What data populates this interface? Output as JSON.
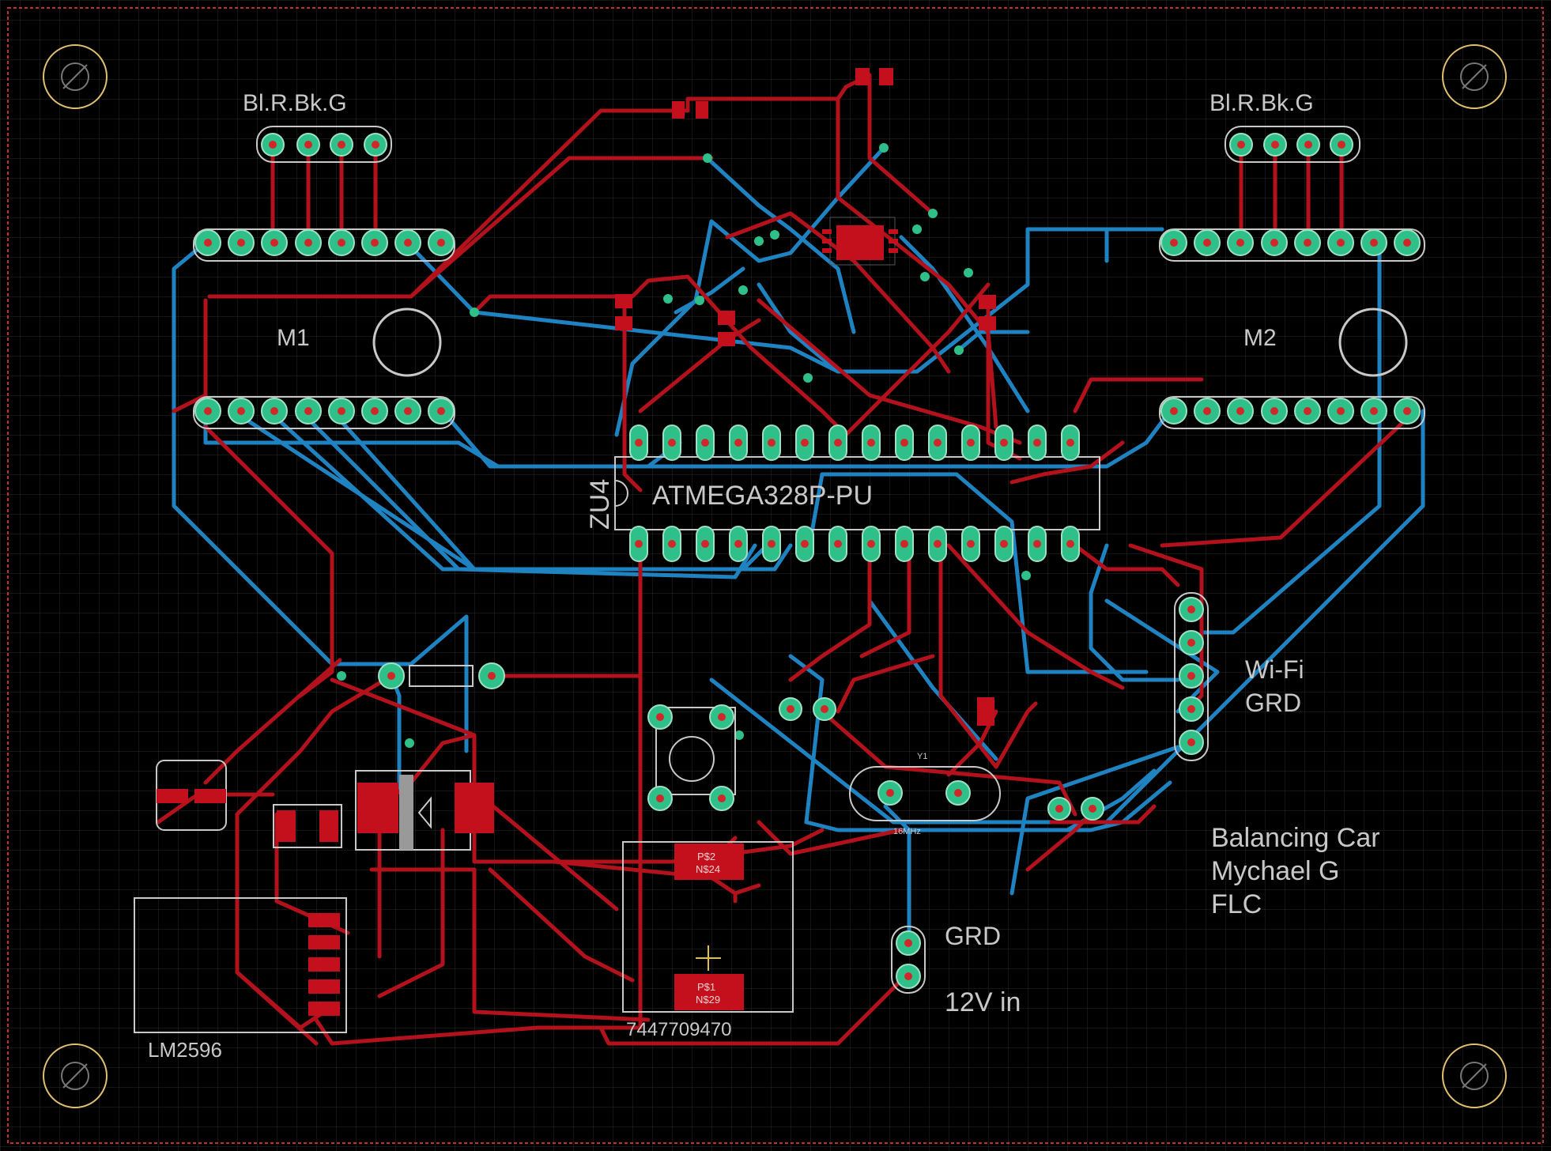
{
  "colors": {
    "background": "#000000",
    "grid": "#2a2a2a",
    "top_copper": "#b3121c",
    "bottom_copper": "#1f83c2",
    "pad": "#2fc08a",
    "silkscreen": "#c8c8c8",
    "outline": "#c03030"
  },
  "labels": {
    "connector_left": "Bl.R.Bk.G",
    "connector_right": "Bl.R.Bk.G",
    "motor_left": "M1",
    "motor_right": "M2",
    "mcu": "ATMEGA328P-PU",
    "mcu_ref": "ZU4",
    "wifi": "Wi-Fi",
    "wifi_grd": "GRD",
    "power_grd": "GRD",
    "power_in": "12V in",
    "regulator": "LM2596",
    "inductor": "7447709470",
    "inductor_pad1": "P$2",
    "inductor_pad1_net": "N$24",
    "inductor_pad2": "P$1",
    "inductor_pad2_net": "N$29",
    "credit_line1": "Balancing Car",
    "credit_line2": "Mychael G",
    "credit_line3": "FLC",
    "crystal": "Y1",
    "crystal_value": "16MHz"
  },
  "icons": {
    "mounting_hole": "diameter-symbol-icon"
  }
}
